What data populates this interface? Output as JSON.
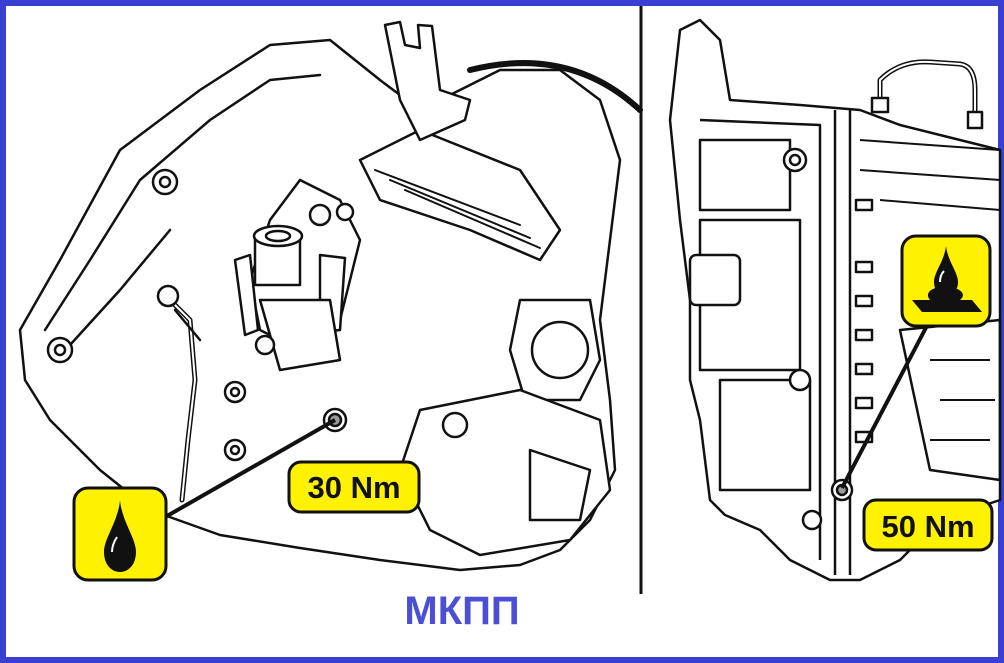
{
  "caption": "МКПП",
  "left_panel": {
    "torque_label": "30 Nm",
    "icon": "oil-drop-icon"
  },
  "right_panel": {
    "torque_label": "50 Nm",
    "icon": "oil-drop-on-surface-icon"
  },
  "colors": {
    "frame": "#3a3fd4",
    "caption": "#4a4fd6",
    "badge_fill": "#fff200",
    "badge_stroke": "#111111",
    "line_art": "#111111"
  }
}
